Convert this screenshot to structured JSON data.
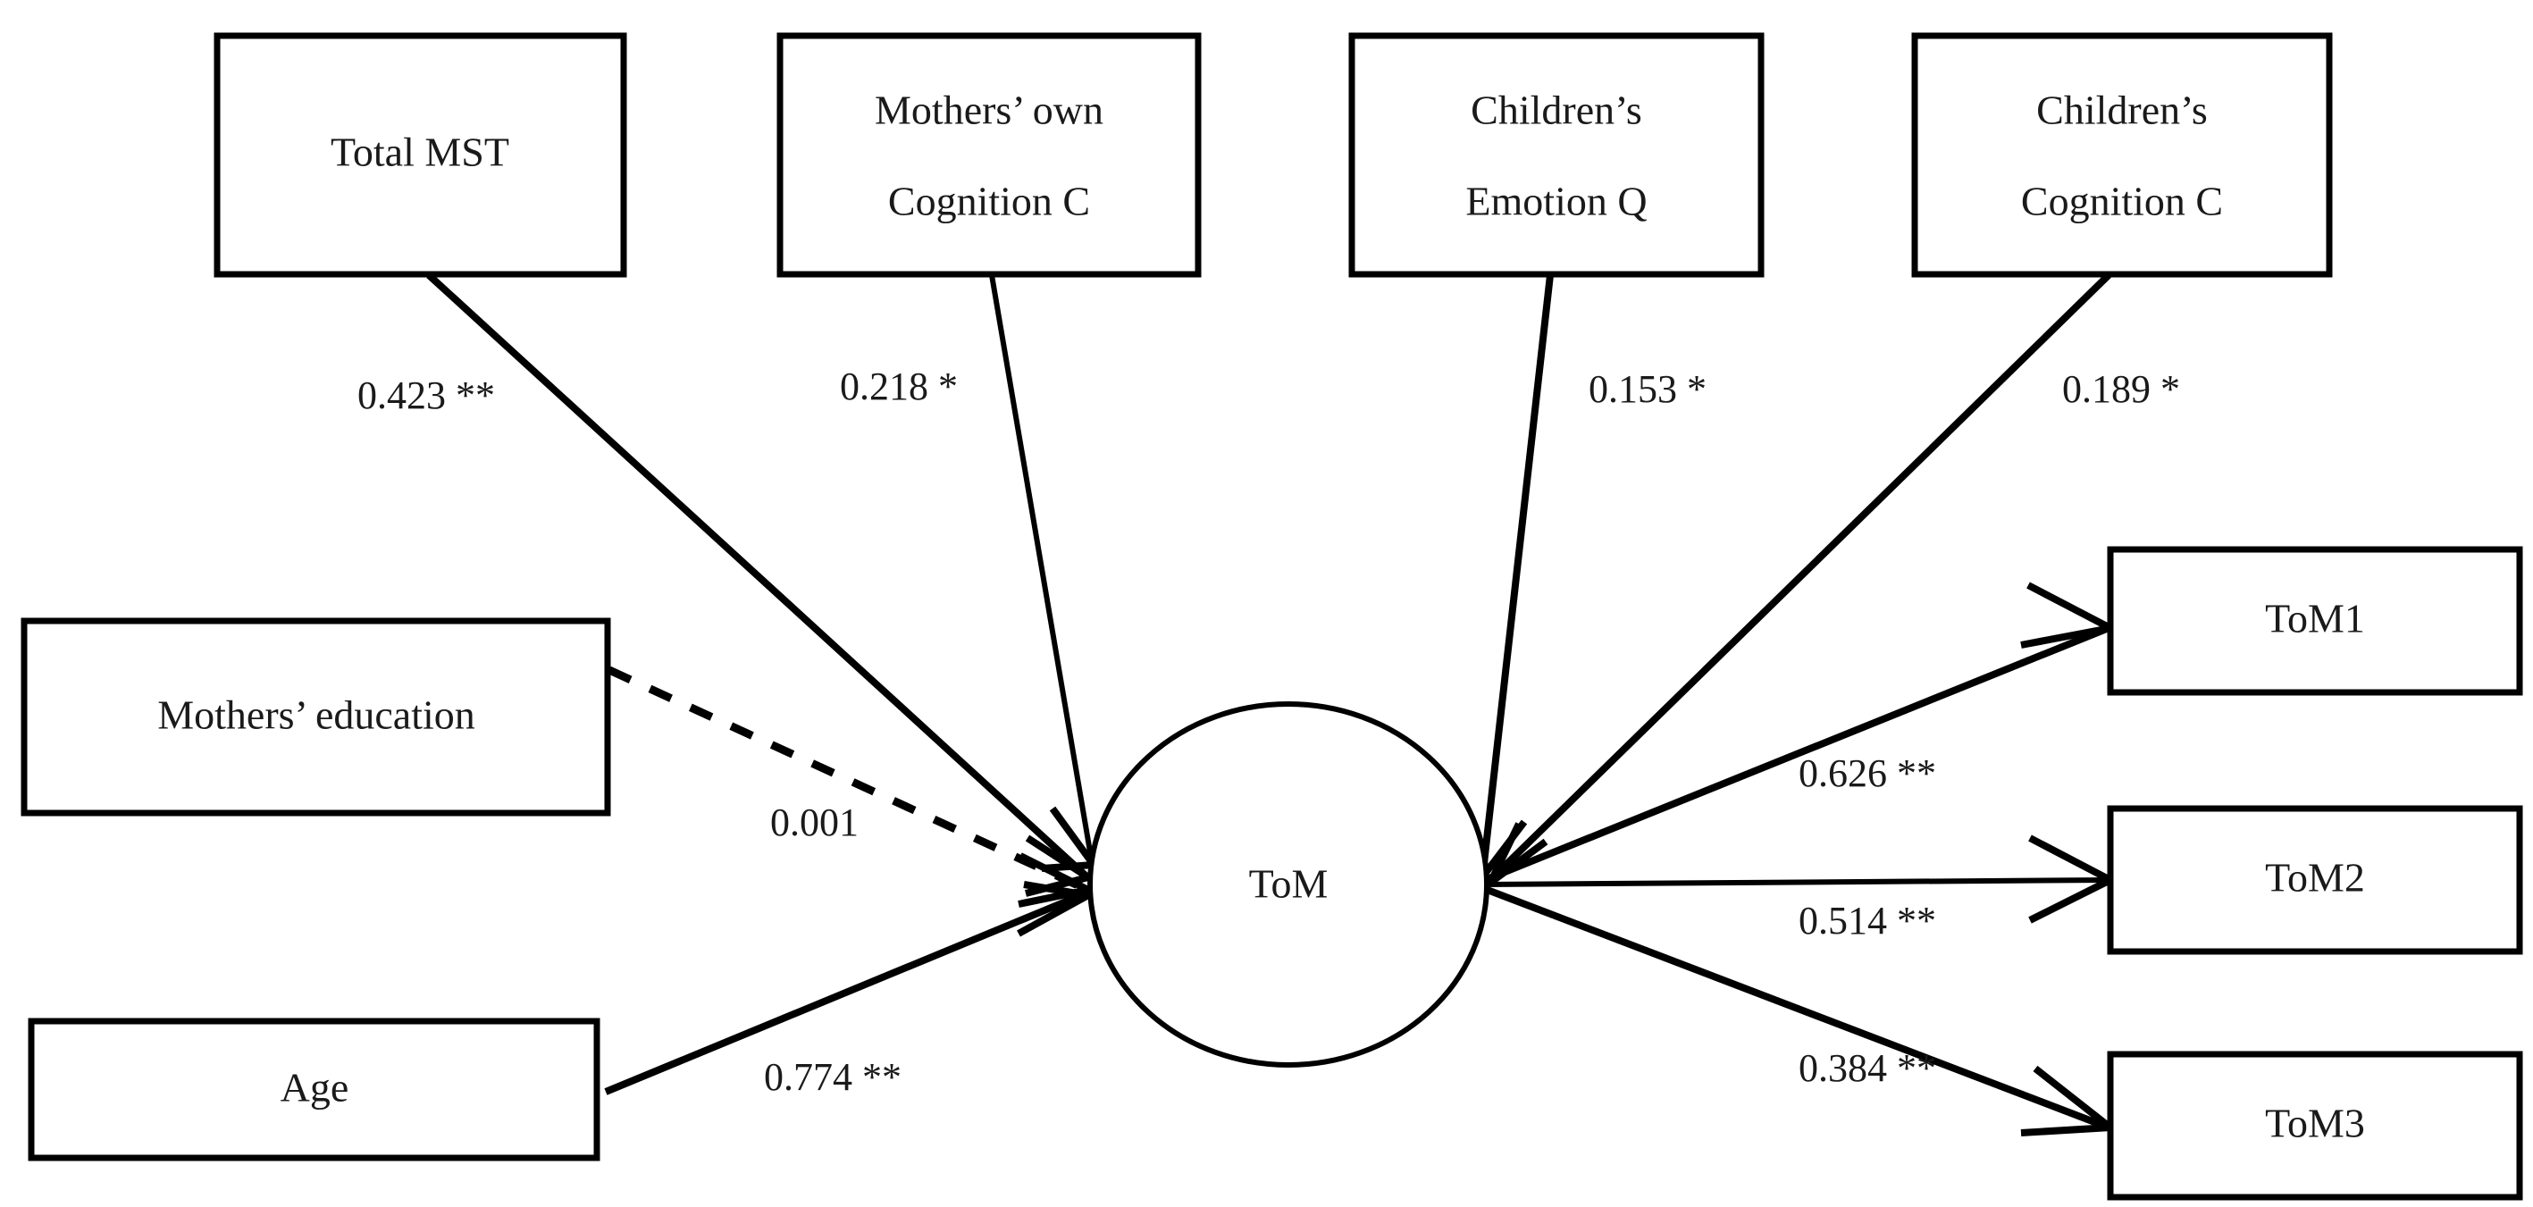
{
  "figure": {
    "type": "path-diagram",
    "title": "",
    "background_color": "#ffffff",
    "line_color": "#000000",
    "text_color": "#1a1a1a"
  },
  "nodes": {
    "total_mst": {
      "label": "Total MST",
      "shape": "rectangle"
    },
    "mothers_own_cognition": {
      "line1": "Mothers’ own",
      "line2": "Cognition C",
      "shape": "rectangle"
    },
    "childrens_emotion": {
      "line1": "Children’s",
      "line2": "Emotion Q",
      "shape": "rectangle"
    },
    "childrens_cognition": {
      "line1": "Children’s",
      "line2": "Cognition C",
      "shape": "rectangle"
    },
    "mothers_education": {
      "label": "Mothers’ education",
      "shape": "rectangle"
    },
    "age": {
      "label": "Age",
      "shape": "rectangle"
    },
    "tom_latent": {
      "label": "ToM",
      "shape": "ellipse"
    },
    "tom1": {
      "label": "ToM1",
      "shape": "rectangle"
    },
    "tom2": {
      "label": "ToM2",
      "shape": "rectangle"
    },
    "tom3": {
      "label": "ToM3",
      "shape": "rectangle"
    }
  },
  "paths": [
    {
      "id": "total-mst-to-tom",
      "from": "Total MST",
      "to": "ToM",
      "coefficient": "0.423",
      "significance": "**",
      "label": "0.423 **",
      "style": "solid"
    },
    {
      "id": "mothers-cognition-to-tom",
      "from": "Mothers’ own Cognition C",
      "to": "ToM",
      "coefficient": "0.218",
      "significance": "*",
      "label": "0.218 *",
      "style": "solid"
    },
    {
      "id": "childrens-emotion-to-tom",
      "from": "Children’s Emotion Q",
      "to": "ToM",
      "coefficient": "0.153",
      "significance": "*",
      "label": "0.153 *",
      "style": "solid"
    },
    {
      "id": "childrens-cognition-to-tom",
      "from": "Children’s Cognition C",
      "to": "ToM",
      "coefficient": "0.189",
      "significance": "*",
      "label": "0.189 *",
      "style": "solid"
    },
    {
      "id": "mothers-education-to-tom",
      "from": "Mothers’ education",
      "to": "ToM",
      "coefficient": "0.001",
      "significance": "",
      "label": "0.001",
      "style": "dashed"
    },
    {
      "id": "age-to-tom",
      "from": "Age",
      "to": "ToM",
      "coefficient": "0.774",
      "significance": "**",
      "label": "0.774 **",
      "style": "solid"
    },
    {
      "id": "tom-to-tom1",
      "from": "ToM",
      "to": "ToM1",
      "coefficient": "0.626",
      "significance": "**",
      "label": "0.626 **",
      "style": "solid"
    },
    {
      "id": "tom-to-tom2",
      "from": "ToM",
      "to": "ToM2",
      "coefficient": "0.514",
      "significance": "**",
      "label": "0.514 **",
      "style": "solid"
    },
    {
      "id": "tom-to-tom3",
      "from": "ToM",
      "to": "ToM3",
      "coefficient": "0.384",
      "significance": "**",
      "label": "0.384 **",
      "style": "solid"
    }
  ],
  "labels": {
    "coef_total_mst": "0.423 **",
    "coef_mothers_cognition": "0.218 *",
    "coef_childrens_emotion": "0.153 *",
    "coef_childrens_cognition": "0.189 *",
    "coef_mothers_education": "0.001",
    "coef_age": "0.774 **",
    "coef_tom1": "0.626 **",
    "coef_tom2": "0.514 **",
    "coef_tom3": "0.384 **"
  }
}
